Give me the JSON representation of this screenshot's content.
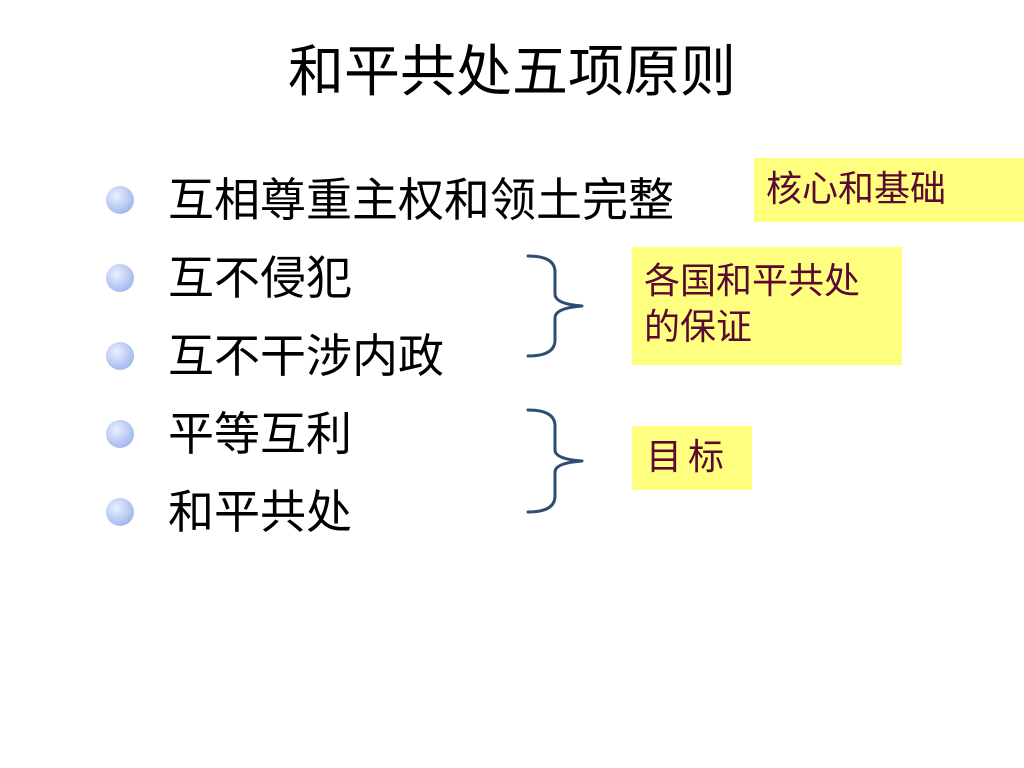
{
  "title": "和平共处五项原则",
  "principles": [
    "互相尊重主权和领土完整",
    "互不侵犯",
    "互不干涉内政",
    "平等互利",
    "和平共处"
  ],
  "callouts": {
    "core": "核心和基础",
    "guarantee": "各国和平共处的保证",
    "goal": "目标"
  },
  "colors": {
    "callout_background": "#ffff7f",
    "callout_text": "#5a0a2e",
    "brace": "#2e4d73",
    "bullet": "#b4c6f2"
  }
}
